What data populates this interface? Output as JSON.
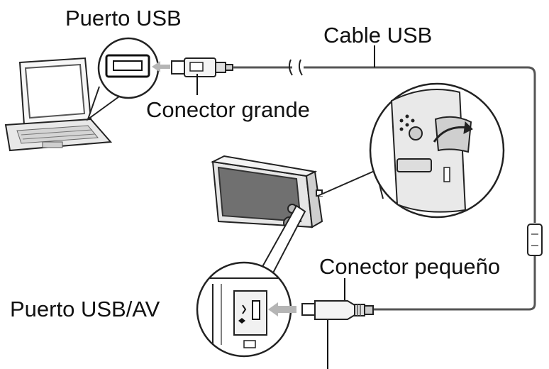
{
  "labels": {
    "usb_port": "Puerto USB",
    "usb_cable": "Cable USB",
    "large_connector": "Conector grande",
    "small_connector": "Conector pequeño",
    "usb_av_port": "Puerto USB/AV"
  },
  "colors": {
    "ink": "#111111",
    "cable": "#6a6a6a",
    "screen": "#6f6f6f",
    "body_light": "#d9d9d9",
    "arrow": "#b5b5b5"
  }
}
